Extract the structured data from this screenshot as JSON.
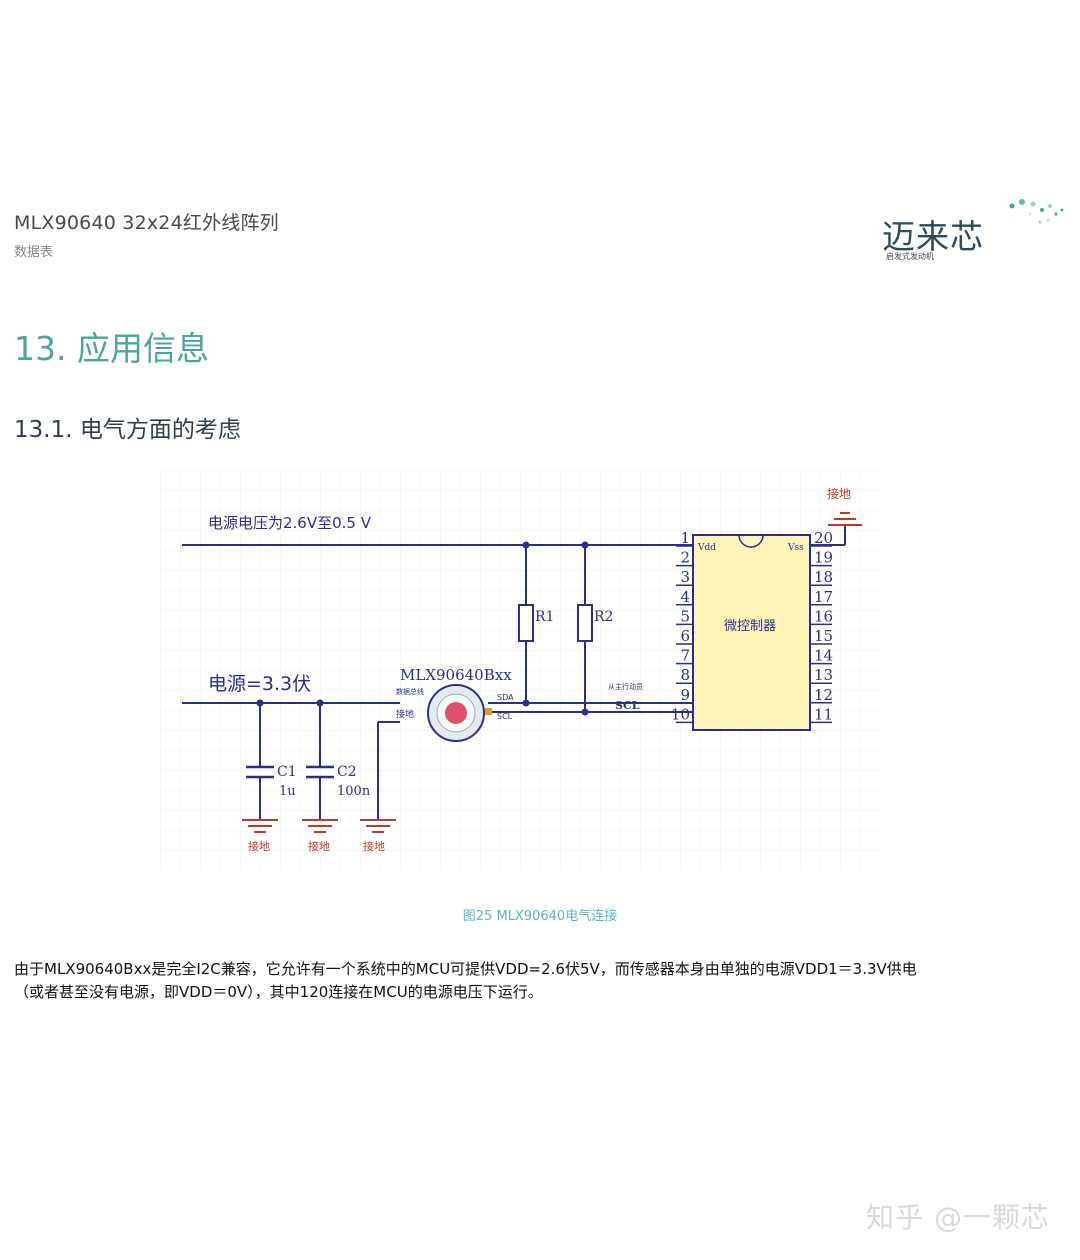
{
  "header": {
    "title": "MLX90640 32x24红外线阵列",
    "subtitle": "数据表",
    "logo_text": "迈来芯",
    "logo_tagline": "启发式发动机"
  },
  "section": {
    "h1": "13. 应用信息",
    "h2": "13.1. 电气方面的考虑"
  },
  "schematic": {
    "supply_label": "电源电压为2.6V至0.5 V",
    "power_label": "电源=3.3伏",
    "sensor_name": "MLX90640Bxx",
    "sensor_pin_top_left": "数据总线",
    "sensor_pin_left": "接地",
    "sensor_pin_sda": "SDA",
    "sensor_pin_scl": "SCL",
    "scl_label": "SCL",
    "bus_note": "从主行动员",
    "mcu_label": "微控制器",
    "mcu_vdd": "Vdd",
    "mcu_vss": "Vss",
    "ground_label": "接地",
    "r1": "R1",
    "r2": "R2",
    "c1": "C1",
    "c1_value": "1u",
    "c2": "C2",
    "c2_value": "100n",
    "pins_left": [
      "1",
      "2",
      "3",
      "4",
      "5",
      "6",
      "7",
      "8",
      "9",
      "10"
    ],
    "pins_right": [
      "20",
      "19",
      "18",
      "17",
      "16",
      "15",
      "14",
      "13",
      "12",
      "11"
    ]
  },
  "caption": "图25 MLX90640电气连接",
  "body": {
    "line1": "由于MLX90640Bxx是完全I2C兼容，它允许有一个系统中的MCU可提供VDD=2.6伏5V，而传感器本身由单独的电源VDD1＝3.3V供电",
    "line2": "（或者甚至没有电源，即VDD＝0V），其中120连接在MCU的电源电压下运行。"
  },
  "watermark": "知乎 @一颗芯",
  "colors": {
    "accent_teal": "#4aa59c",
    "wire_blue": "#2a2f8f",
    "ground_red": "#c0392b",
    "mcu_fill": "#fff4b8",
    "sensor_fill": "#e2ebef",
    "sensor_dot": "#e0506a"
  }
}
